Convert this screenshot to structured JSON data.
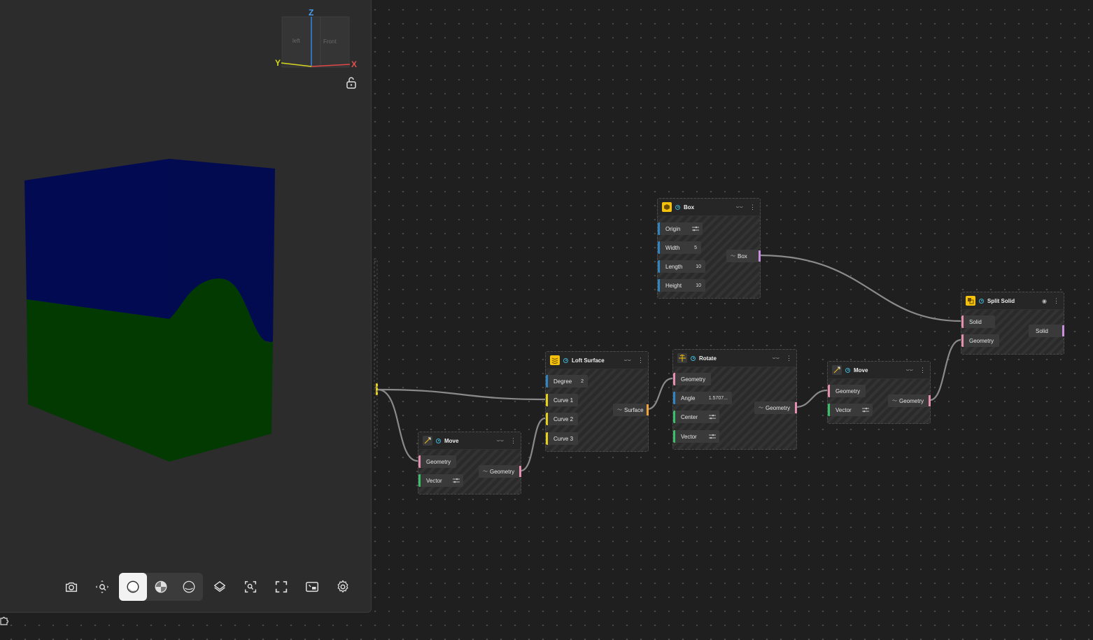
{
  "colors": {
    "box_top": "#020b52",
    "box_bottom": "#023a02",
    "port_vector": "#2f86c4",
    "port_geometry": "#e68fb0",
    "port_curve": "#e8d11a",
    "port_green": "#3cbf6a",
    "wire": "#8a8a8a",
    "node_icon": "#f4c20d"
  },
  "gizmo": {
    "face_left": "left",
    "face_front": "Front",
    "axis_z": "Z",
    "axis_y": "Y",
    "axis_x": "X"
  },
  "toolbar": {
    "icons": [
      "camera-icon",
      "zoom-fit-icon",
      "shaded-icon",
      "render-icon",
      "wire-icon",
      "cube-icon",
      "zoom-selection-icon",
      "fullscreen-icon",
      "picture-in-picture-icon",
      "gear-icon"
    ],
    "active": "shaded-icon"
  },
  "nodes": {
    "box": {
      "title": "Box",
      "inputs": [
        {
          "label": "Origin",
          "value": ""
        },
        {
          "label": "Width",
          "value": "5"
        },
        {
          "label": "Length",
          "value": "10"
        },
        {
          "label": "Height",
          "value": "10"
        }
      ],
      "output": "Box"
    },
    "split_solid": {
      "title": "Split Solid",
      "inputs": [
        {
          "label": "Solid"
        },
        {
          "label": "Geometry"
        }
      ],
      "output": "Solid"
    },
    "loft_surface": {
      "title": "Loft Surface",
      "inputs": [
        {
          "label": "Degree",
          "value": "2"
        },
        {
          "label": "Curve 1"
        },
        {
          "label": "Curve 2"
        },
        {
          "label": "Curve 3"
        }
      ],
      "output": "Surface"
    },
    "rotate": {
      "title": "Rotate",
      "inputs": [
        {
          "label": "Geometry"
        },
        {
          "label": "Angle",
          "value": "1.5707..."
        },
        {
          "label": "Center"
        },
        {
          "label": "Vector"
        }
      ],
      "output": "Geometry"
    },
    "move_1": {
      "title": "Move",
      "inputs": [
        {
          "label": "Geometry"
        },
        {
          "label": "Vector"
        }
      ],
      "output": "Geometry"
    },
    "move_2": {
      "title": "Move",
      "inputs": [
        {
          "label": "Geometry"
        },
        {
          "label": "Vector"
        }
      ],
      "output": "Geometry"
    }
  }
}
